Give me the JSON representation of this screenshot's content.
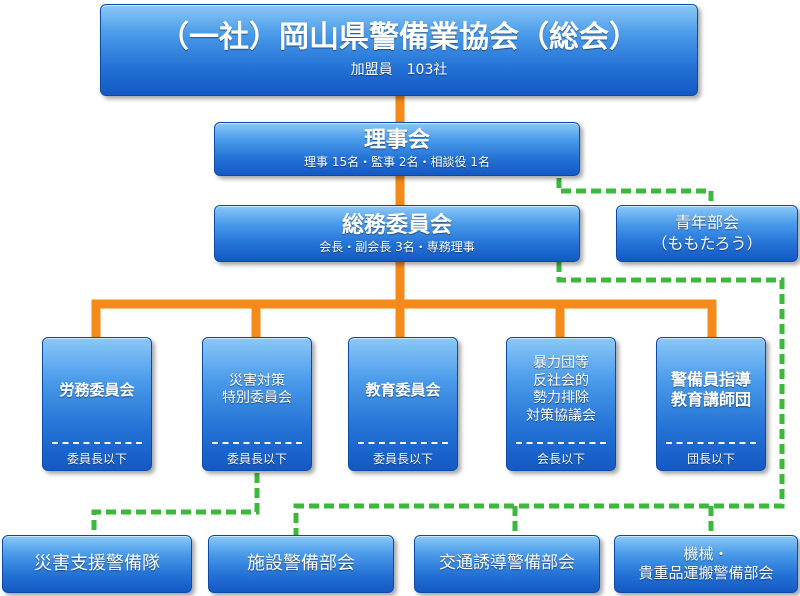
{
  "general_assembly": {
    "title": "（一社）岡山県警備業協会（総会）",
    "members": "加盟員　103社"
  },
  "board": {
    "title": "理事会",
    "detail": "理事 15名・監事 2名・相談役 1名"
  },
  "general_affairs": {
    "title": "総務委員会",
    "detail": "会長・副会長 3名・専務理事"
  },
  "youth": {
    "title": "青年部会\n（ももたろう）"
  },
  "committees": [
    {
      "title": "労務委員会",
      "foot": "委員長以下"
    },
    {
      "title": "災害対策\n特別委員会",
      "foot": "委員長以下"
    },
    {
      "title": "教育委員会",
      "foot": "委員長以下"
    },
    {
      "title": "暴力団等\n反社会的\n勢力排除\n対策協議会",
      "foot": "会長以下"
    },
    {
      "title": "警備員指導\n教育講師団",
      "foot": "団長以下"
    }
  ],
  "divisions": [
    {
      "title": "災害支援警備隊"
    },
    {
      "title": "施設警備部会"
    },
    {
      "title": "交通誘導警備部会"
    },
    {
      "title": "機械・\n貴重品運搬警備部会"
    }
  ],
  "colors": {
    "solid_line": "#f38a1a",
    "dashed_line": "#3cb83c",
    "box_fill": "#2473d6"
  }
}
